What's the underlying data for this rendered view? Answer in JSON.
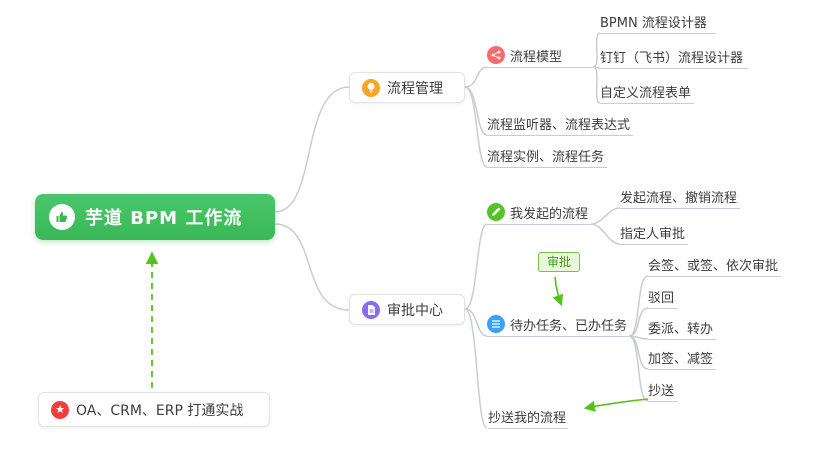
{
  "root": {
    "label": "芋道 BPM 工作流"
  },
  "process_management": {
    "label": "流程管理",
    "process_model": {
      "label": "流程模型",
      "bpmn": {
        "label": "BPMN 流程设计器"
      },
      "dingtalk": {
        "label": "钉钉（飞书）流程设计器"
      },
      "custom_form": {
        "label": "自定义流程表单"
      }
    },
    "listener": {
      "label": "流程监听器、流程表达式"
    },
    "instance": {
      "label": "流程实例、流程任务"
    }
  },
  "approval_center": {
    "label": "审批中心",
    "my_initiated": {
      "label": "我发起的流程",
      "initiate": {
        "label": "发起流程、撤销流程"
      },
      "assignee": {
        "label": "指定人审批"
      }
    },
    "tasks": {
      "label": "待办任务、已办任务",
      "countersign": {
        "label": "会签、或签、依次审批"
      },
      "reject": {
        "label": "驳回"
      },
      "delegate": {
        "label": "委派、转办"
      },
      "add_sign": {
        "label": "加签、减签"
      },
      "cc": {
        "label": "抄送"
      }
    },
    "cc_my": {
      "label": "抄送我的流程"
    }
  },
  "practice": {
    "label": "OA、CRM、ERP 打通实战"
  },
  "tag": {
    "label": "审批"
  },
  "icons": {
    "star": "★",
    "root": "thumbs-up-icon",
    "process_management": "lightbulb-icon",
    "process_model": "share-nodes-icon",
    "my_initiated": "pencil-icon",
    "tasks": "list-icon",
    "approval_center": "document-icon",
    "practice": "star-icon"
  },
  "colors": {
    "root_green": "#3ab858",
    "arrow_green": "#52c41a",
    "connector_gray": "#c9cdd2",
    "icon_orange": "#f5a623",
    "icon_red_pink": "#f36d6f",
    "icon_green": "#55c42a",
    "icon_blue": "#3aa1ff",
    "icon_purple": "#8a6bf5",
    "icon_red": "#f03e3e"
  }
}
